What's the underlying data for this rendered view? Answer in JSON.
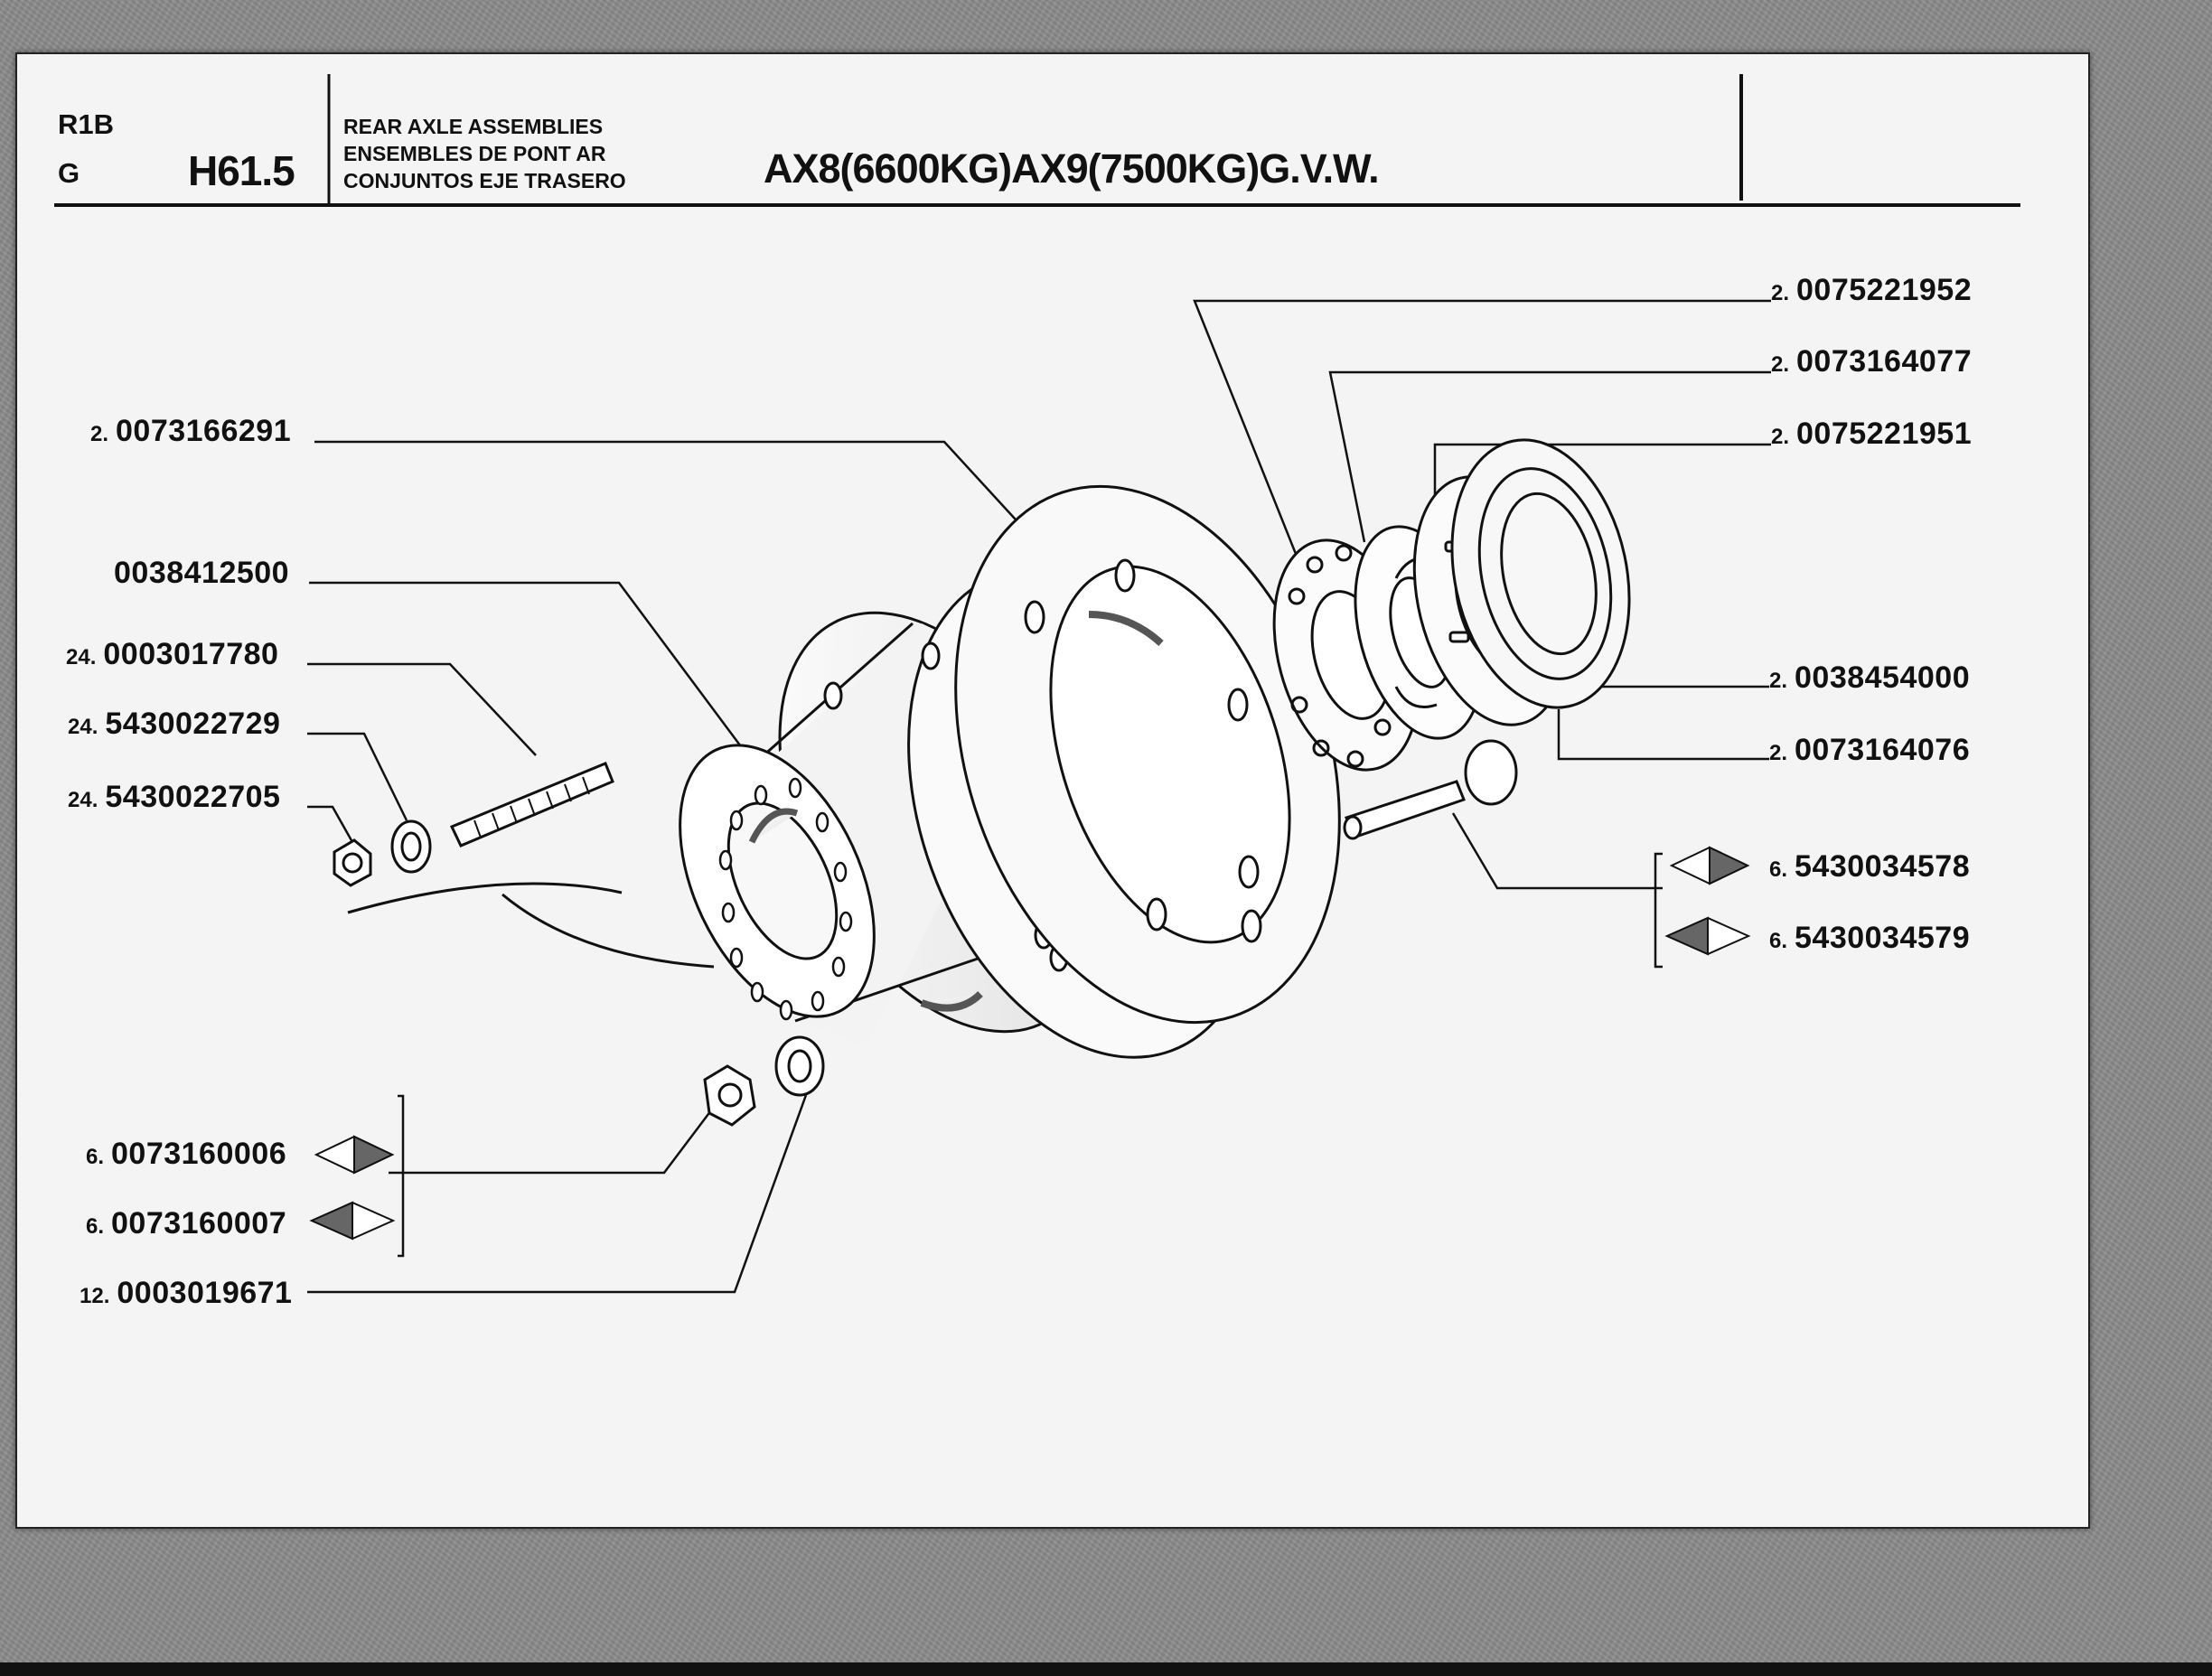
{
  "header": {
    "code_line1": "R1B",
    "code_line2": "G",
    "page_ref": "H61.5",
    "desc_en": "REAR AXLE ASSEMBLIES",
    "desc_fr": "ENSEMBLES DE PONT AR",
    "desc_es": "CONJUNTOS EJE TRASERO",
    "title": "AX8(6600KG)AX9(7500KG)G.V.W."
  },
  "parts": [
    {
      "id": "p1",
      "qty": "2.",
      "number": "0075221952"
    },
    {
      "id": "p2",
      "qty": "2.",
      "number": "0073164077"
    },
    {
      "id": "p3",
      "qty": "2.",
      "number": "0075221951"
    },
    {
      "id": "p4",
      "qty": "2.",
      "number": "0073166291"
    },
    {
      "id": "p5",
      "qty": "",
      "number": "0038412500"
    },
    {
      "id": "p6",
      "qty": "24.",
      "number": "0003017780"
    },
    {
      "id": "p7",
      "qty": "24.",
      "number": "5430022729"
    },
    {
      "id": "p8",
      "qty": "24.",
      "number": "5430022705"
    },
    {
      "id": "p9",
      "qty": "2.",
      "number": "0038454000"
    },
    {
      "id": "p10",
      "qty": "2.",
      "number": "0073164076"
    },
    {
      "id": "p11",
      "qty": "6.",
      "number": "5430034578"
    },
    {
      "id": "p12",
      "qty": "6.",
      "number": "5430034579"
    },
    {
      "id": "p13",
      "qty": "6.",
      "number": "0073160006"
    },
    {
      "id": "p14",
      "qty": "6.",
      "number": "0073160007"
    },
    {
      "id": "p15",
      "qty": "12.",
      "number": "0003019671"
    }
  ],
  "variant_markers": {
    "marker_a": "right-half-shaded-diamond-icon",
    "marker_b": "left-half-shaded-diamond-icon"
  }
}
